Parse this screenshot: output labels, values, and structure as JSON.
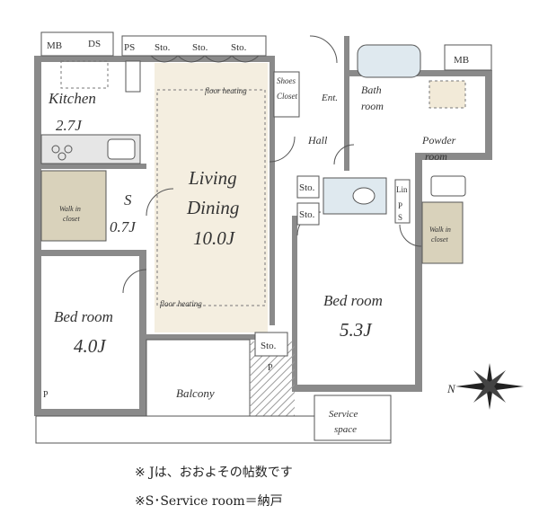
{
  "rooms": {
    "kitchen": {
      "name": "Kitchen",
      "size": "2.7J"
    },
    "living": {
      "name_line1": "Living",
      "name_line2": "Dining",
      "size": "10.0J"
    },
    "bed1": {
      "name": "Bed room",
      "size": "4.0J"
    },
    "bed2": {
      "name": "Bed room",
      "size": "5.3J"
    },
    "service": {
      "name": "S",
      "size": "0.7J"
    },
    "bath": {
      "line1": "Bath",
      "line2": "room"
    },
    "powder": {
      "line1": "Powder",
      "line2": "room"
    },
    "hall": "Hall",
    "entrance": "Ent.",
    "balcony": "Balcony",
    "service_space": {
      "line1": "Service",
      "line2": "space"
    },
    "walkin_left": {
      "line1": "Walk in",
      "line2": "closet"
    },
    "walkin_right": {
      "line1": "Walk in",
      "line2": "closet"
    },
    "shoes_closet": {
      "line1": "Shoes",
      "line2": "Closet"
    }
  },
  "tags": {
    "mb": "MB",
    "ds": "DS",
    "ps": "PS",
    "sto": "Sto.",
    "p": "P",
    "lin": "Lin",
    "floor_heating": "floor heating"
  },
  "compass": {
    "label": "N"
  },
  "notes": {
    "line1": "※ Jは、おおよその帖数です",
    "line2": "※S･Service room＝納戸"
  },
  "colors": {
    "wall": "#8a8a8a",
    "wall_dark": "#5a5a5a",
    "floor": "#ffffff",
    "living_floor": "#f4eee0",
    "closet": "#d9d2bb",
    "bath_fill": "#dfe9ef",
    "hatch": "#9a9a9a",
    "line": "#555555"
  }
}
